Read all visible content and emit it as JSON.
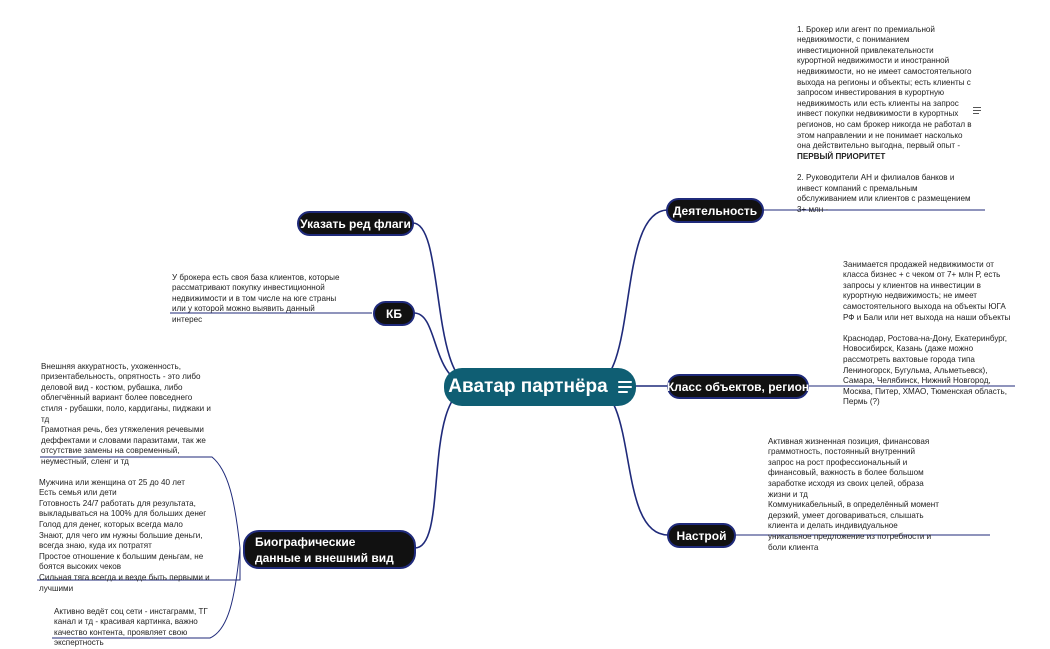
{
  "central": {
    "title": "Аватар партнёра",
    "icon": "notes-lines-icon"
  },
  "colors": {
    "central_bg": "#0f5e73",
    "node_bg": "#111111",
    "node_border": "#1f2a7a",
    "link": "#1f2a7a"
  },
  "branches": {
    "activity": {
      "label": "Деятельность",
      "note_text": "1. Брокер или агент по премиальной недвижимости, с пониманием инвестиционной привлекательности курортной недвижимости и иностранной недвижимости, но не имеет самостоятельного выхода на регионы и объекты; есть клиенты с запросом инвестирования в курортную недвижимость или есть клиенты на запрос инвест покупки недвижимости в курортных регионов, но сам брокер никогда не работал в этом направлении и не понимает насколько она действительно выгодна, первый опыт -",
      "note_bold": "ПЕРВЫЙ ПРИОРИТЕТ",
      "note_text2": "2. Руководители АН и филиалов банков и инвест компаний с премальным обслуживанием или клиентов с размещением 3+ млн -"
    },
    "objects": {
      "label": "Класс объектов, регион",
      "note_text": "Занимается продажей недвижимости от класса бизнес + с чеком от 7+ млн Р, есть запросы у клиентов на инвестиции в курортную недвижимость; не имеет самостоятельного выхода на объекты ЮГА РФ и Бали или нет выхода на наши объекты\n\nКраснодар, Ростова-на-Дону, Екатеринбург, Новосибирск, Казань (даже можно рассмотреть вахтовые города типа Лениногорск, Бугульма, Альметьевск), Самара, Челябинск, Нижний Новгород, Москва, Питер, ХМАО, Тюменская область, Пермь (?)"
    },
    "mood": {
      "label": "Настрой",
      "note_text": "Активная жизненная позиция, финансовая граммотность, постоянный внутренний запрос на рост профессиональный и финансовый, важность в более большом заработке исходя из своих целей, образа жизни и тд\nКоммуникабельный, в определённый момент дерзкий, умеет договариваться, слышать клиента и делать индивидуальное уникальное предложение из потребности и боли клиента"
    },
    "red_flags": {
      "label": "Указать ред флаги"
    },
    "kb": {
      "label": "КБ",
      "note_text": "У брокера есть своя база клиентов, которые рассматривают покупку инвестиционной недвижимости и в том числе на юге страны или у которой можно выявить данный интерес"
    },
    "bio": {
      "label": "Биографические данные и внешний вид",
      "note_appearance": "Внешняя аккуратность, ухоженность, призентабельность, опрятность - это либо деловой вид - костюм, рубашка, либо облегчённый вариант более повседнего стиля - рубашки, поло, кардиганы, пиджаки и тд\nГрамотная речь, без утяжеления речевыми деффектами и словами паразитами, так же отсутствие замены на современный, неуместный, сленг и тд",
      "note_bio": "Мужчина или женщина от 25 до 40 лет\nЕсть семья или дети\nГотовность 24/7 работать для результата, выкладываться на 100% для больших денег\nГолод для денег, которых всегда мало\nЗнают, для чего им нужны большие деньги, всегда знаю, куда их потратят\nПростое отношение к большим деньгам, не боятся высоких чеков\nСильная тяга всегда и везде быть первыми и лучшими",
      "note_social": "Активно ведёт соц сети - инстаграмм, ТГ канал и тд - красивая картинка, важно качество контента, проявляет свою экспертность"
    }
  }
}
